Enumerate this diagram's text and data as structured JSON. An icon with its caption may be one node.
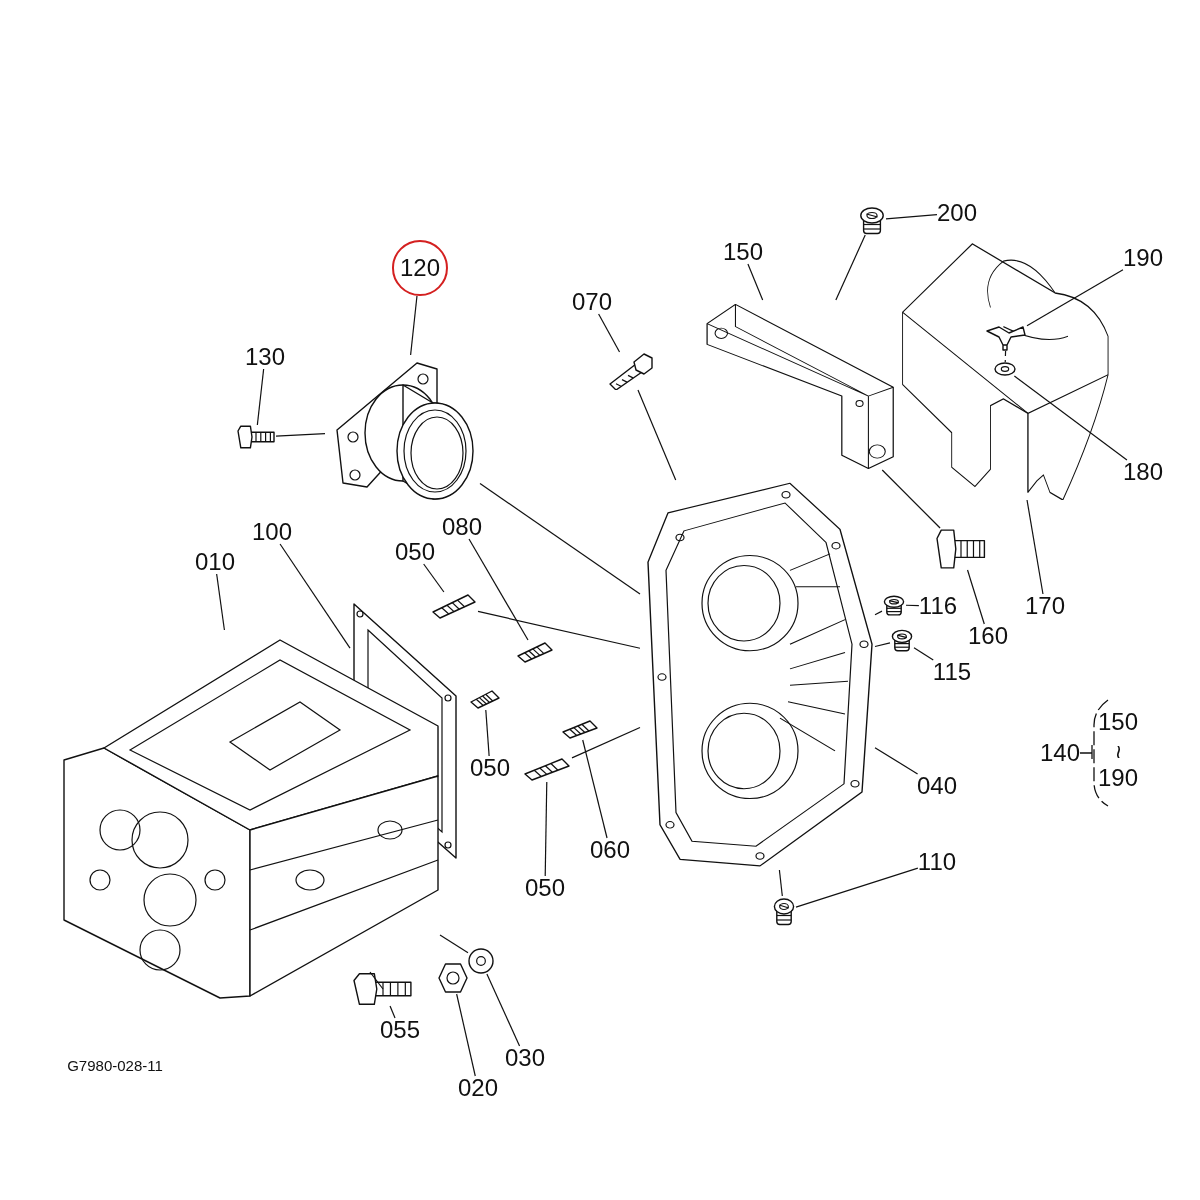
{
  "diagram": {
    "nodes": [
      {
        "text": [
          "120"
        ]
      },
      {
        "text": [],
        "shape": "picture"
      },
      {
        "text": [
          "130"
        ]
      },
      {
        "text": [],
        "shape": "picture"
      },
      {
        "text": [
          "070"
        ]
      },
      {
        "text": [],
        "shape": "picture"
      },
      {
        "text": [
          "150"
        ]
      },
      {
        "text": [],
        "shape": "picture"
      },
      {
        "text": [
          "200"
        ]
      },
      {
        "text": [],
        "shape": "picture"
      },
      {
        "text": [
          "170"
        ]
      },
      {
        "text": [],
        "shape": "picture"
      },
      {
        "text": [
          "190"
        ]
      },
      {
        "text": [],
        "shape": "picture",
        "in": 11
      },
      {
        "text": [
          "180"
        ]
      },
      {
        "text": [],
        "shape": "picture",
        "in": 11
      },
      {
        "text": [
          "160"
        ]
      },
      {
        "text": [],
        "shape": "picture"
      },
      {
        "text": [
          "116"
        ]
      },
      {
        "text": [],
        "shape": "picture"
      },
      {
        "text": [
          "115"
        ]
      },
      {
        "text": [],
        "shape": "picture"
      },
      {
        "text": [
          "040"
        ]
      },
      {
        "text": [],
        "shape": "picture"
      },
      {
        "text": [
          "110"
        ]
      },
      {
        "text": [],
        "shape": "picture"
      },
      {
        "text": [
          "100"
        ]
      },
      {
        "text": [],
        "shape": "picture"
      },
      {
        "text": [
          "010"
        ]
      },
      {
        "text": [],
        "shape": "picture"
      },
      {
        "text": [
          "050"
        ]
      },
      {
        "text": [],
        "shape": "picture"
      },
      {
        "text": [
          "080"
        ]
      },
      {
        "text": [],
        "shape": "picture"
      },
      {
        "text": [
          "050"
        ]
      },
      {
        "text": [],
        "shape": "picture"
      },
      {
        "text": [
          "060"
        ]
      },
      {
        "text": [],
        "shape": "picture"
      },
      {
        "text": [
          "050"
        ]
      },
      {
        "text": [],
        "shape": "picture"
      },
      {
        "text": [
          "055"
        ]
      },
      {
        "text": [],
        "shape": "picture"
      },
      {
        "text": [
          "020"
        ]
      },
      {
        "text": [],
        "shape": "picture"
      },
      {
        "text": [
          "030"
        ]
      },
      {
        "text": [],
        "shape": "picture"
      }
    ],
    "edges": [
      {
        "from": 0,
        "to": 1,
        "arrow": "none"
      },
      {
        "from": 2,
        "to": 3,
        "arrow": "none"
      },
      {
        "from": 4,
        "to": 5,
        "arrow": "none"
      },
      {
        "from": 6,
        "to": 7,
        "arrow": "none"
      },
      {
        "from": 8,
        "to": 9,
        "arrow": "none"
      },
      {
        "from": 10,
        "to": 11,
        "arrow": "none"
      },
      {
        "from": 12,
        "to": 13,
        "arrow": "none"
      },
      {
        "from": 14,
        "to": 15,
        "arrow": "none"
      },
      {
        "from": 16,
        "to": 17,
        "arrow": "none"
      },
      {
        "from": 18,
        "to": 19,
        "arrow": "none"
      },
      {
        "from": 20,
        "to": 21,
        "arrow": "none"
      },
      {
        "from": 22,
        "to": 23,
        "arrow": "none"
      },
      {
        "from": 24,
        "to": 25,
        "arrow": "none"
      },
      {
        "from": 26,
        "to": 27,
        "arrow": "none"
      },
      {
        "from": 28,
        "to": 29,
        "arrow": "none"
      },
      {
        "from": 30,
        "to": 31,
        "arrow": "none"
      },
      {
        "from": 32,
        "to": 33,
        "arrow": "none"
      },
      {
        "from": 34,
        "to": 35,
        "arrow": "none"
      },
      {
        "from": 36,
        "to": 37,
        "arrow": "none"
      },
      {
        "from": 38,
        "to": 39,
        "arrow": "none"
      },
      {
        "from": 40,
        "to": 41,
        "arrow": "none"
      },
      {
        "from": 42,
        "to": 43,
        "arrow": "none"
      },
      {
        "from": 44,
        "to": 45,
        "arrow": "none"
      },
      {
        "from": 3,
        "to": 1,
        "arrow": "none"
      },
      {
        "from": 1,
        "to": 23,
        "arrow": "none"
      },
      {
        "from": 5,
        "to": 23,
        "arrow": "none"
      },
      {
        "from": 9,
        "to": 7,
        "arrow": "none"
      },
      {
        "from": 17,
        "to": 7,
        "arrow": "none"
      },
      {
        "from": 19,
        "to": 23,
        "arrow": "none"
      },
      {
        "from": 21,
        "to": 23,
        "arrow": "none"
      },
      {
        "from": 25,
        "to": 23,
        "arrow": "none"
      },
      {
        "from": 31,
        "to": 23,
        "arrow": "none"
      },
      {
        "from": 39,
        "to": 23,
        "arrow": "none"
      },
      {
        "from": 41,
        "to": 29,
        "arrow": "none"
      },
      {
        "from": 45,
        "to": 29,
        "arrow": "none"
      },
      {
        "from": 13,
        "to": 15,
        "arrow": "none",
        "style": "dashed"
      }
    ],
    "labels": [
      "140",
      "150",
      "~",
      "190",
      "G7980-028-11"
    ]
  }
}
